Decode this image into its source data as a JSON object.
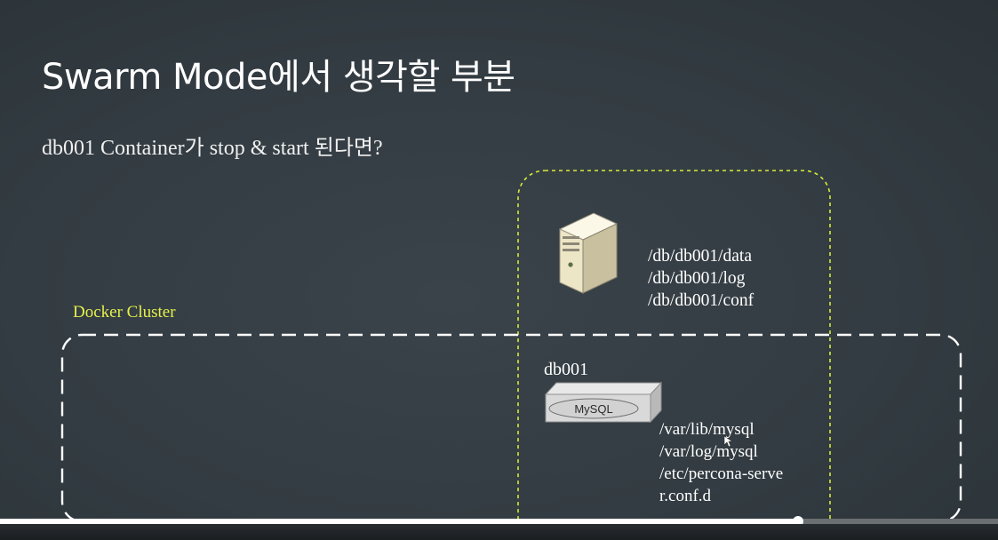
{
  "slide": {
    "title": "Swarm Mode에서 생각할 부분",
    "subtitle": "db001 Container가 stop & start 된다면?",
    "cluster_label": "Docker Cluster",
    "host_paths": [
      "/db/db001/data",
      "/db/db001/log",
      "/db/db001/conf"
    ],
    "container_name": "db001",
    "container_app": "MySQL",
    "container_paths": [
      "/var/lib/mysql",
      "/var/log/mysql",
      "/etc/percona-serve",
      "r.conf.d"
    ]
  },
  "colors": {
    "background": "#333c42",
    "cluster_border": "#ffffff",
    "host_border": "#d8ec3a",
    "cluster_label": "#e6f04a"
  },
  "icons": {
    "host": "server-tower-icon",
    "container": "container-box-icon",
    "cursor": "mouse-cursor-icon"
  },
  "player": {
    "progress": 0.8
  }
}
